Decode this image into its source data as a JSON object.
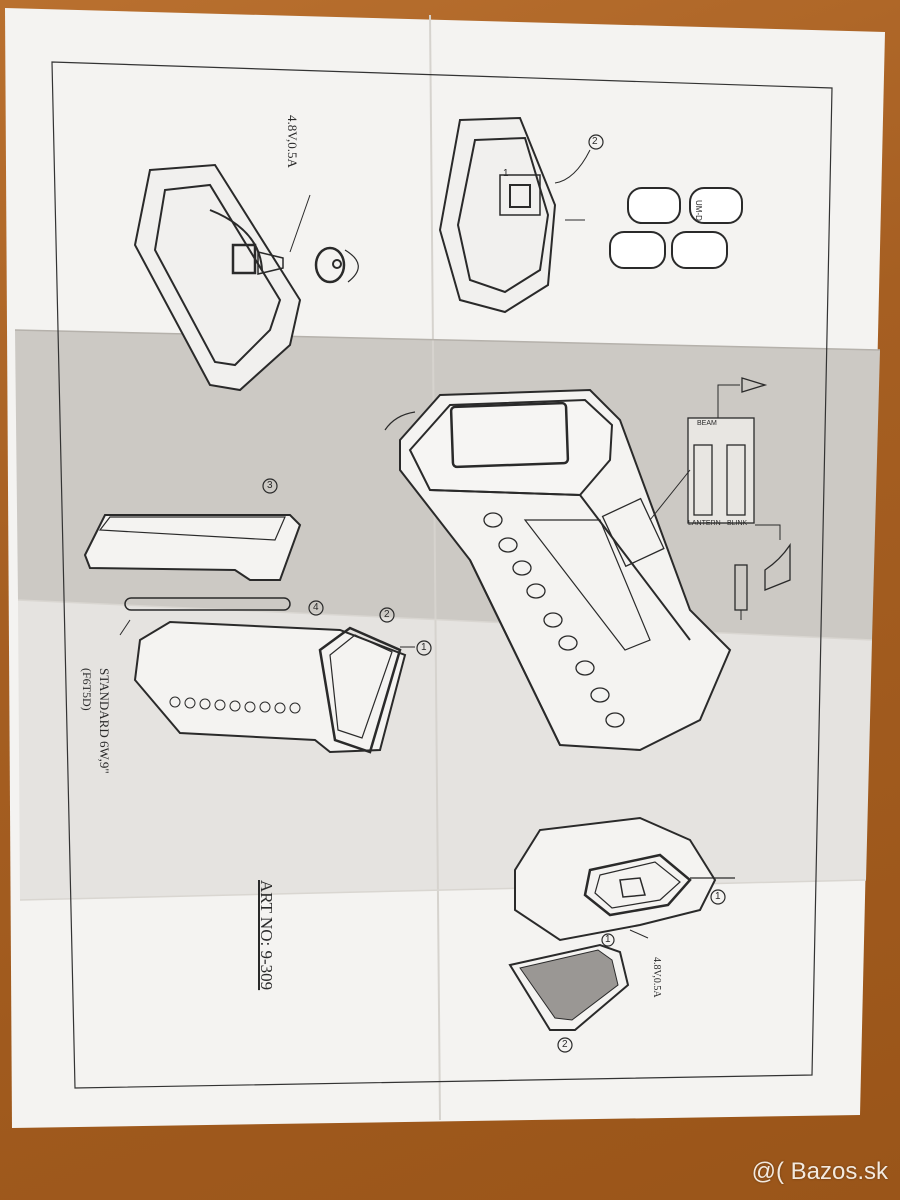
{
  "labels": {
    "voltage_top": "4.8V,0.5A",
    "standard_bulb": "STANDARD 6W,9\"",
    "bulb_code": "(F6T5D)",
    "art_no": "ART NO: 9-309",
    "voltage_bottom": "4.8V,0.5A",
    "beam": "BEAM",
    "lantern": "LANTERN",
    "blink": "BLINK",
    "battery_size": "UM-D"
  },
  "steps": [
    "1",
    "2",
    "3",
    "4"
  ],
  "watermark": "@( Bazos.sk",
  "colors": {
    "paper": "#f4f3f1",
    "paper_shadow": "#c9c6c1",
    "table": "#a65f22",
    "ink": "#2a2a2a"
  }
}
